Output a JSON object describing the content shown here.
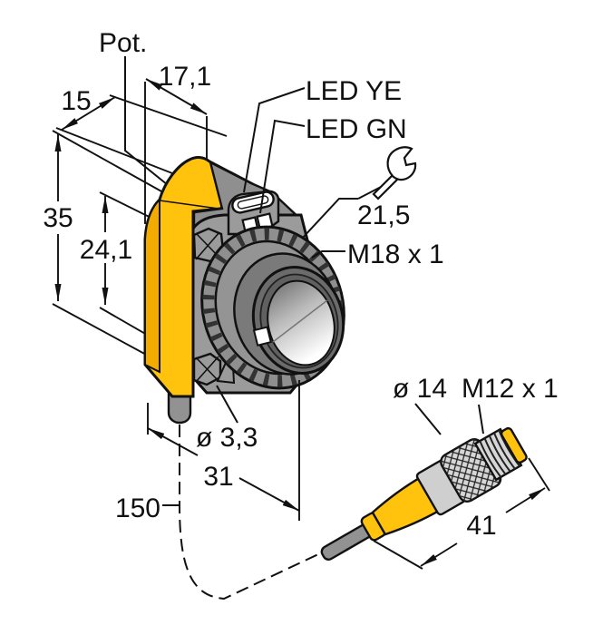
{
  "drawing": {
    "type": "sensor-dimension-drawing",
    "labels": {
      "pot": "Pot.",
      "dim_depth_front": "17,1",
      "dim_depth_rear": "15",
      "dim_height": "35",
      "dim_hole_spacing": "24,1",
      "led_yellow": "LED YE",
      "led_green": "LED GN",
      "wrench_size": "21,5",
      "thread_head": "M18 x 1",
      "hole_diameter": "ø 3,3",
      "dim_length": "31",
      "cable_length": "150",
      "connector_diameter": "ø 14",
      "connector_thread": "M12 x 1",
      "connector_length": "41"
    },
    "icons": {
      "wrench": "open-end-wrench-icon"
    },
    "colors": {
      "housing_yellow": "#FFC30D",
      "housing_yellow_shade": "#F2AC00",
      "housing_gray": "#9B9B9B",
      "head_gray": "#8F8F8F",
      "connector_gray": "#D6D6D6",
      "cable_gray": "#929292",
      "lens_dark": "#6E6E6E",
      "line": "#111111",
      "background": "#FFFFFF"
    }
  }
}
